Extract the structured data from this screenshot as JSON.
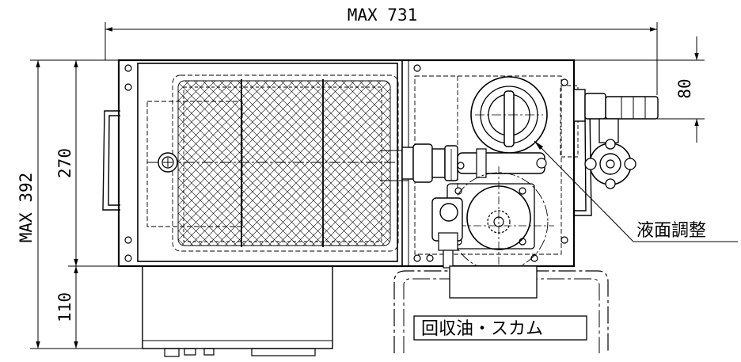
{
  "dimensions": {
    "width_total": "MAX 731",
    "height_total": "MAX 392",
    "height_body": "270",
    "height_lower": "110",
    "outlet_offset": "80"
  },
  "labels": {
    "level_adjust": "液面調整",
    "recovered_oil": "回収油・スカム"
  }
}
